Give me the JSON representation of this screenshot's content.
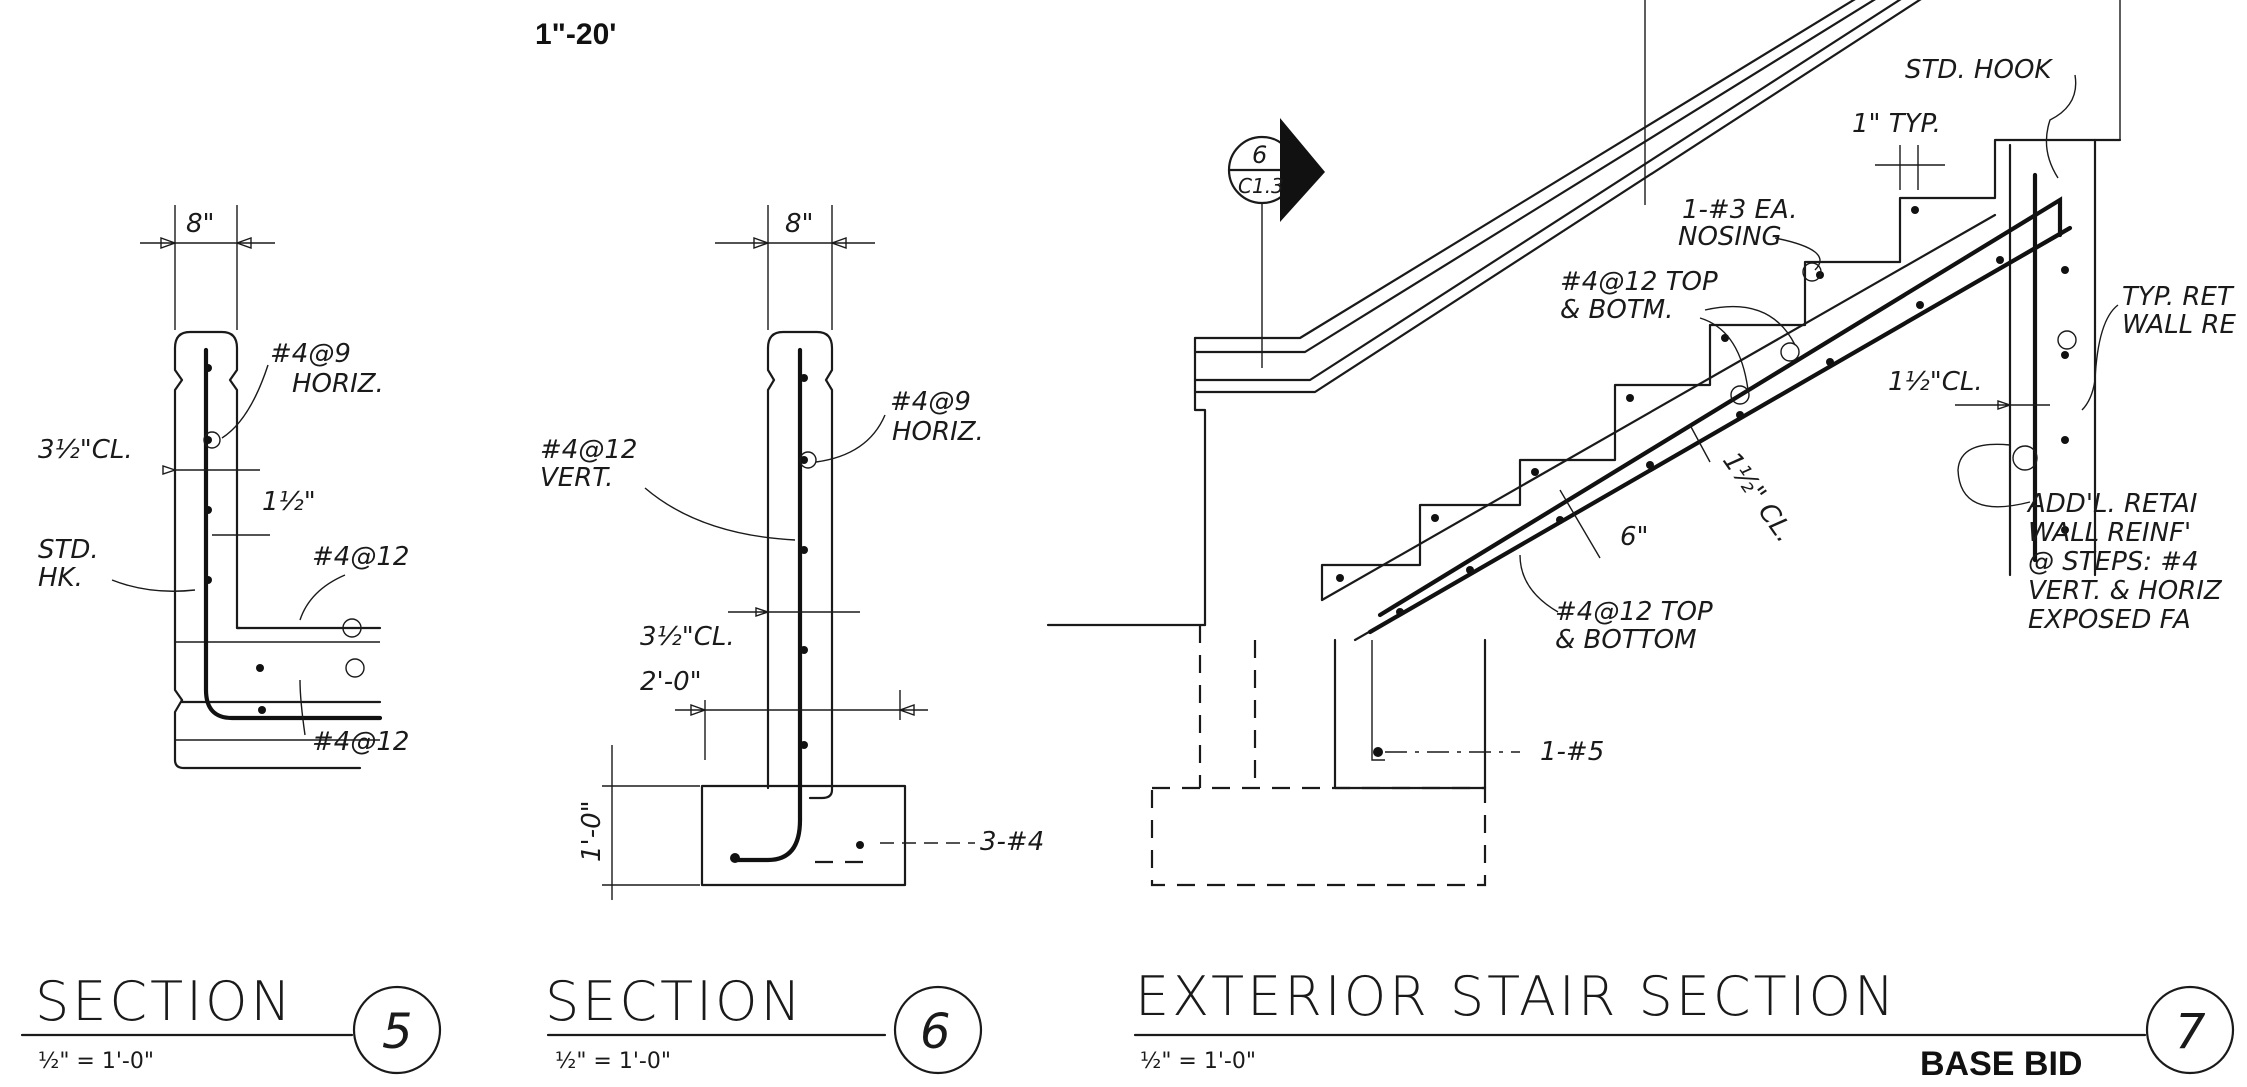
{
  "scale_note": "1\"-20'",
  "section5": {
    "dim_width": "8\"",
    "horiz_note": [
      "#4@9",
      "HORIZ."
    ],
    "cl_note": "3½\"CL.",
    "cl2_note": "1½\"",
    "hook_note": [
      "STD.",
      "HK."
    ],
    "bar_top": "#4@12",
    "bar_bottom": "#4@12",
    "title": "SECTION",
    "scale": "½\" = 1'-0\"",
    "number": "5"
  },
  "section6": {
    "dim_width": "8\"",
    "horiz_note": [
      "#4@9",
      "HORIZ."
    ],
    "vert_note": [
      "#4@12",
      "VERT."
    ],
    "cl_note": "3½\"CL.",
    "dim_offset": "2'-0\"",
    "dim_height": "1'-0\"",
    "bars_note": "3-#4",
    "title": "SECTION",
    "scale": "½\" = 1'-0\"",
    "number": "6"
  },
  "section7": {
    "callout_top": "6",
    "callout_bottom": "C1.3",
    "std_hook": "STD. HOOK",
    "typ_note": "1\" TYP.",
    "nosing_note": [
      "1-#3 EA.",
      "NOSING"
    ],
    "top_botm_note": [
      "#4@12 TOP",
      "& BOTM."
    ],
    "typ_ret_note": [
      "TYP. RET",
      "WALL RE"
    ],
    "cl_note": "1½\"CL.",
    "slab_cl": "1½\" CL.",
    "slab_thick": "6\"",
    "top_bottom_note": [
      "#4@12 TOP",
      "& BOTTOM"
    ],
    "addl_note": [
      "ADD'L. RETAI",
      "WALL REINF'",
      "@ STEPS: #4",
      "VERT. & HORIZ",
      "EXPOSED FA"
    ],
    "footing_bar": "1-#5",
    "title": "EXTERIOR STAIR SECTION",
    "scale": "½\" = 1'-0\"",
    "base_bid": "BASE BID",
    "number": "7"
  }
}
